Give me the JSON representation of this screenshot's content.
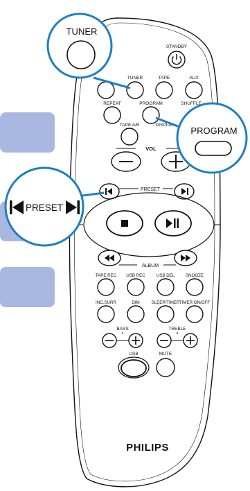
{
  "colors": {
    "tab_fill": "#a9b8e0",
    "callout_stroke": "#1d7fc4",
    "remote_fill": "#ffffff",
    "ink": "#111111"
  },
  "callouts": {
    "tuner_label": "TUNER",
    "program_label": "PROGRAM",
    "preset_label": "PRESET"
  },
  "remote": {
    "standby_label": "STANDBY",
    "row1": [
      "TUNER",
      "TAPE",
      "AUX"
    ],
    "row2": [
      "REPEAT",
      "PROGRAM",
      "SHUFFLE"
    ],
    "row3": [
      "TAPE A/B",
      "DISPLAY"
    ],
    "vol_label": "VOL",
    "preset_label": "PRESET",
    "album_label": "ALBUM",
    "row4": [
      "TAPE REC",
      "USB REC",
      "USB DEL",
      "SNOOZE"
    ],
    "row5": [
      "INC.SURR",
      "DIM",
      "SLEEP/TIMER",
      "TIMER ON/OFF"
    ],
    "bass_label": "BASS",
    "treble_label": "TREBLE",
    "usb_label": "USB",
    "mute_label": "MUTE",
    "brand": "PHILIPS"
  },
  "icons": {
    "standby": "power-icon",
    "minus": "minus-icon",
    "plus": "plus-icon",
    "prev": "skip-previous-icon",
    "next": "skip-next-icon",
    "stop": "stop-icon",
    "play_pause": "play-pause-icon",
    "rewind": "rewind-icon",
    "forward": "fast-forward-icon"
  }
}
